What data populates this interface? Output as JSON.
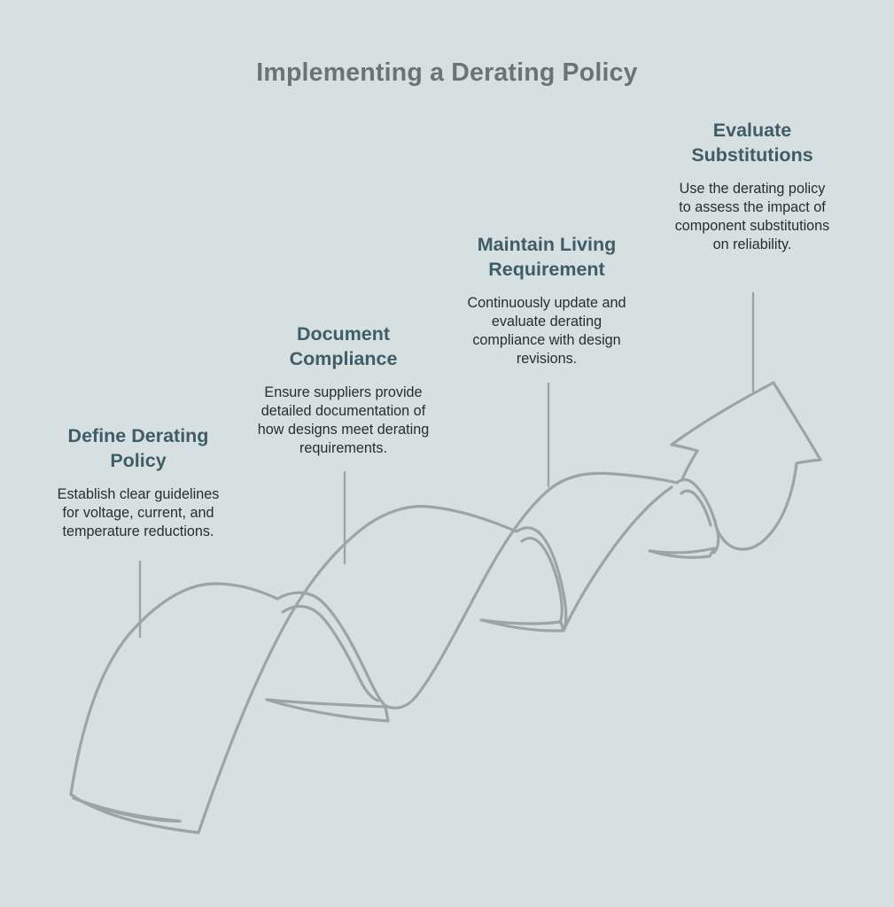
{
  "title": "Implementing a Derating Policy",
  "colors": {
    "background": "#d7e0e1",
    "line": "#9aa5a7",
    "title": "#6c7375",
    "heading": "#3e5d69",
    "body": "#272d33"
  },
  "steps": [
    {
      "heading": "Define Derating Policy",
      "description": "Establish clear guidelines for voltage, current, and temperature reductions."
    },
    {
      "heading": "Document Compliance",
      "description": "Ensure suppliers provide detailed documentation of how designs meet derating requirements."
    },
    {
      "heading": "Maintain Living Requirement",
      "description": "Continuously update and evaluate derating compliance with design revisions."
    },
    {
      "heading": "Evaluate Substitutions",
      "description": "Use the derating policy to assess the impact of component substitutions on reliability."
    }
  ]
}
